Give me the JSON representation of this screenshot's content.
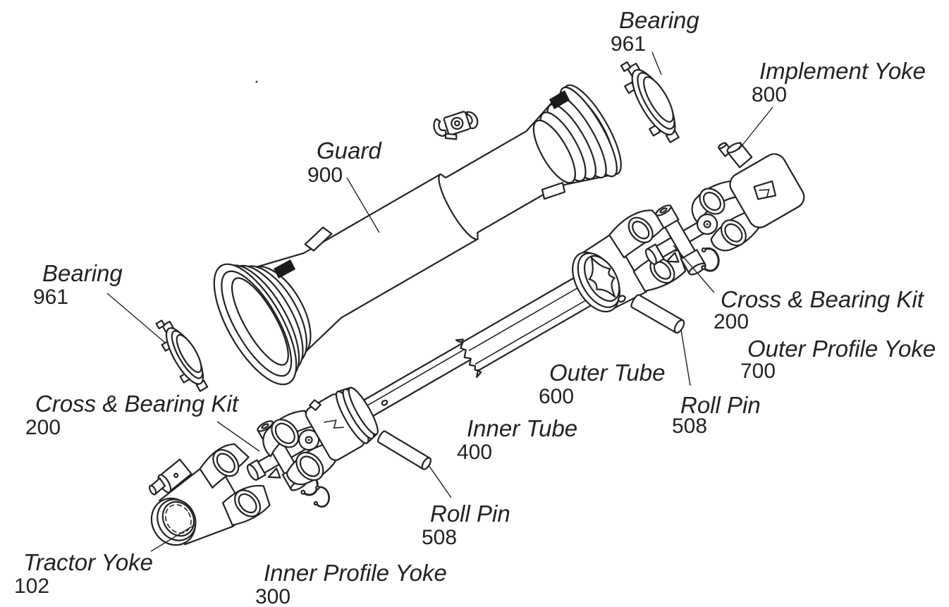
{
  "diagram": {
    "kind": "exploded-parts-diagram",
    "background": "#ffffff",
    "line_color": "#262122"
  },
  "labels": [
    {
      "id": "bearing-top",
      "name": "Bearing",
      "number": "961"
    },
    {
      "id": "implement-yoke",
      "name": "Implement Yoke",
      "number": "800"
    },
    {
      "id": "guard",
      "name": "Guard",
      "number": "900"
    },
    {
      "id": "bearing-left",
      "name": "Bearing",
      "number": "961"
    },
    {
      "id": "cross-bearing-kit-right",
      "name": "Cross & Bearing Kit",
      "number": "200"
    },
    {
      "id": "outer-profile-yoke",
      "name": "Outer Profile Yoke",
      "number": "700"
    },
    {
      "id": "outer-tube",
      "name": "Outer Tube",
      "number": "600"
    },
    {
      "id": "roll-pin-right",
      "name": "Roll Pin",
      "number": "508"
    },
    {
      "id": "inner-tube",
      "name": "Inner Tube",
      "number": "400"
    },
    {
      "id": "cross-bearing-kit-left",
      "name": "Cross & Bearing Kit",
      "number": "200"
    },
    {
      "id": "roll-pin-bottom",
      "name": "Roll Pin",
      "number": "508"
    },
    {
      "id": "tractor-yoke",
      "name": "Tractor Yoke",
      "number": "102"
    },
    {
      "id": "inner-profile-yoke",
      "name": "Inner Profile Yoke",
      "number": "300"
    }
  ]
}
